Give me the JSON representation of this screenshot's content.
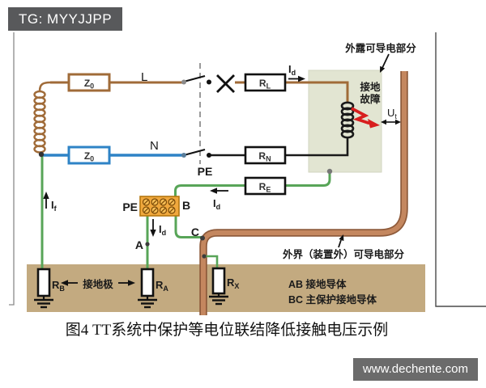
{
  "badge": {
    "label": "TG: MYYJJPP"
  },
  "watermark": {
    "label": "www.dechente.com"
  },
  "caption": "图4 TT系统中保护等电位联结降低接触电压示例",
  "wires": {
    "phase": "L",
    "neutral": "N"
  },
  "components": {
    "z0_l": {
      "name": "Z",
      "sub": "0"
    },
    "z0_n": {
      "name": "Z",
      "sub": "0"
    },
    "r_l": {
      "name": "R",
      "sub": "L"
    },
    "r_n": {
      "name": "R",
      "sub": "N"
    },
    "r_e": {
      "name": "R",
      "sub": "E"
    },
    "r_b": {
      "name": "R",
      "sub": "B"
    },
    "r_a": {
      "name": "R",
      "sub": "A"
    },
    "r_x": {
      "name": "R",
      "sub": "X"
    }
  },
  "currents": {
    "i_f": {
      "name": "I",
      "sub": "f"
    },
    "i_d_phase": {
      "name": "I",
      "sub": "d"
    },
    "i_d_pe": {
      "name": "I",
      "sub": "d"
    },
    "i_d_bond": {
      "name": "I",
      "sub": "d"
    }
  },
  "voltage_ut": {
    "name": "U",
    "sub": "t"
  },
  "points": {
    "a": "A",
    "b": "B",
    "c": "C"
  },
  "labels": {
    "pe_line": "PE",
    "pe_busbar": "PE",
    "exposed_part": "外露可导电部分",
    "ground_fault_1": "接地",
    "ground_fault_2": "故障",
    "external_part": "外界（装置外）可导电部分",
    "ground_electrode": "接地极",
    "legend_ab": "AB  接地导体",
    "legend_bc": "BC  主保护接地导体"
  },
  "colors": {
    "phase_l": "#a06b38",
    "neutral": "#2e83c6",
    "pe_green": "#58a558",
    "pipe": "#c4875f",
    "pipe_edge": "#8f5b3b",
    "soil": "#c3aa80",
    "equipment_fill": "#e2e5d2",
    "busbar_fill": "#f0a83d",
    "fault_red": "#d81e1e",
    "badge_bg": "#58595b",
    "watermark_bg": "#6b6b6b"
  }
}
